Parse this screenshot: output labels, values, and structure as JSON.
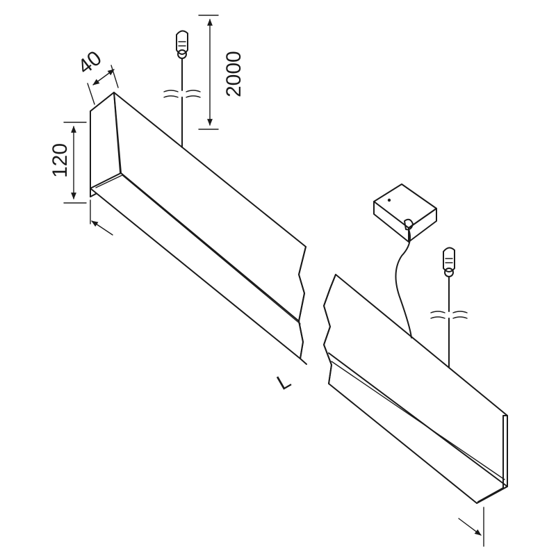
{
  "drawing": {
    "dimensions": {
      "width": "40",
      "height": "120",
      "cable_length": "2000",
      "length": "L"
    },
    "colors": {
      "line": "#1a1a1a",
      "background": "#ffffff"
    },
    "icons": [
      "ceiling-hook-icon",
      "canopy-box-icon",
      "power-cable-icon",
      "suspension-wire-icon",
      "break-mark-icon"
    ]
  }
}
